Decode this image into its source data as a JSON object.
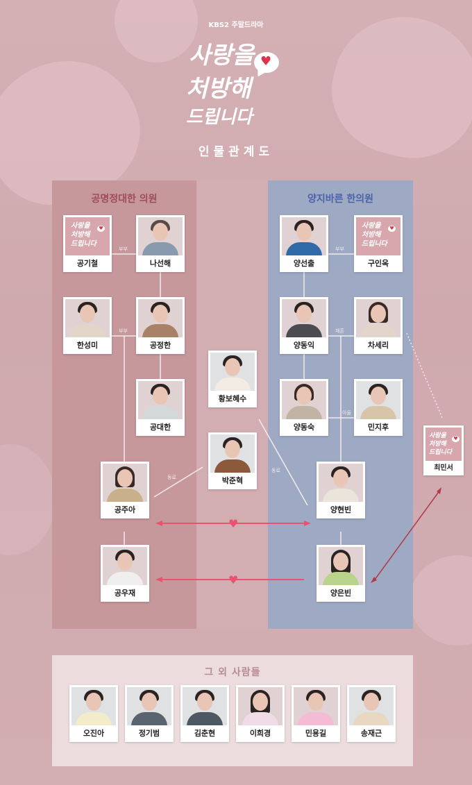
{
  "header": {
    "network": "KBS2 주말드라마",
    "title_lines": [
      "사랑을",
      "처방해",
      "드립니다"
    ],
    "subtitle": "인물관계도"
  },
  "groups": {
    "left": {
      "title": "공명정대한 의원",
      "color": "#9c4e58",
      "bg": "#c6979b"
    },
    "right": {
      "title": "양지바른 한의원",
      "color": "#4a63a6",
      "bg": "#9ea9c4"
    }
  },
  "characters": {
    "gong_gicheol": {
      "name": "공기철",
      "photo": "logo-placeholder"
    },
    "na_seonhae": {
      "name": "나선해"
    },
    "han_seongmi": {
      "name": "한성미"
    },
    "gong_jeonghan": {
      "name": "공정한"
    },
    "gong_daehan": {
      "name": "공대한"
    },
    "gong_jua": {
      "name": "공주아"
    },
    "gong_woojae": {
      "name": "공우재"
    },
    "hwangbo_hyesu": {
      "name": "황보혜수"
    },
    "park_junhyeok": {
      "name": "박준혁"
    },
    "yang_seonchul": {
      "name": "양선출"
    },
    "gu_inok": {
      "name": "구인옥",
      "photo": "logo-placeholder"
    },
    "yang_dongik": {
      "name": "양동익"
    },
    "cha_seri": {
      "name": "차세리"
    },
    "yang_dongsuk": {
      "name": "양동숙"
    },
    "min_jihu": {
      "name": "민지후"
    },
    "yang_hyeonbin": {
      "name": "양현빈"
    },
    "yang_eunbin": {
      "name": "양은빈"
    },
    "choi_minseo": {
      "name": "최민서",
      "photo": "logo-placeholder"
    }
  },
  "relations": {
    "spouse1": "부부",
    "spouse2": "부부",
    "spouse3": "부부",
    "remarried": "재혼",
    "son": "아들",
    "colleague1": "동료",
    "colleague2": "동료"
  },
  "love_arrows": {
    "mutual": {
      "from": "공주아",
      "to": "양현빈",
      "icon": "heart-icon",
      "color": "#e8546e"
    },
    "one_way": {
      "from": "양은빈",
      "to": "공우재",
      "icon": "heart-icon",
      "color": "#e8546e"
    },
    "mutual_2": {
      "from": "최민서",
      "to": "양은빈",
      "color": "#b23a48"
    }
  },
  "others": {
    "title": "그 외 사람들",
    "people": [
      {
        "name": "오진아"
      },
      {
        "name": "정기범"
      },
      {
        "name": "김춘현"
      },
      {
        "name": "이희경"
      },
      {
        "name": "민용길"
      },
      {
        "name": "송재근"
      }
    ]
  },
  "logo_mini": [
    "사랑을",
    "처방해",
    "드립니다"
  ]
}
